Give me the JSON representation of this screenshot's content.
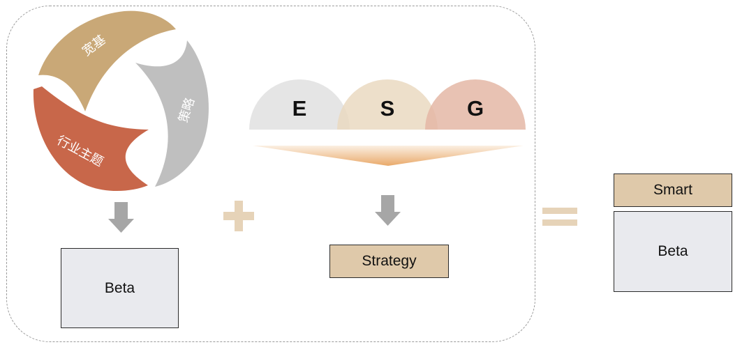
{
  "cycle": {
    "segments": [
      {
        "label": "宽基",
        "color": "#c9a877"
      },
      {
        "label": "策略",
        "color": "#bfbfbf"
      },
      {
        "label": "行业主题",
        "color": "#c8674a"
      }
    ]
  },
  "esg": {
    "letters": [
      {
        "label": "E",
        "color": "#e2e2e2"
      },
      {
        "label": "S",
        "color": "#ead9c1"
      },
      {
        "label": "G",
        "color": "#e4b7a6"
      }
    ]
  },
  "boxes": {
    "beta_left": "Beta",
    "strategy": "Strategy",
    "smart": "Smart",
    "beta_right": "Beta"
  },
  "colors": {
    "arrow": "#a6a6a6",
    "plus": "#e6d3b8",
    "equals": "#e6d3b8",
    "funnel": "#e9a96a"
  }
}
